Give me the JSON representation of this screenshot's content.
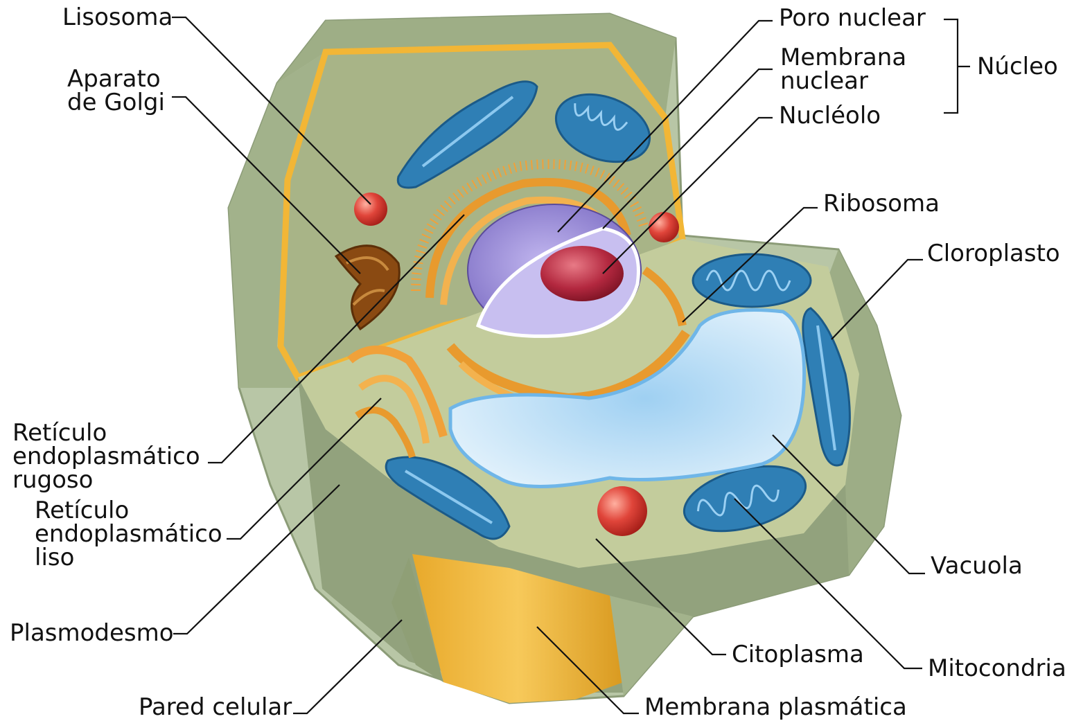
{
  "labels": {
    "lisosoma": "Lisosoma",
    "golgi": [
      "Aparato",
      "de Golgi"
    ],
    "rer": [
      "Retículo",
      "endoplasmático",
      "rugoso"
    ],
    "ser": [
      "Retículo",
      "endoplasmático",
      "liso"
    ],
    "plasmodesmo": "Plasmodesmo",
    "pared": "Pared celular",
    "membrana_plasmatica": "Membrana plasmática",
    "citoplasma": "Citoplasma",
    "mitocondria": "Mitocondria",
    "vacuola": "Vacuola",
    "cloroplasto": "Cloroplasto",
    "ribosoma": "Ribosoma",
    "nucleolo": "Nucléolo",
    "membrana_nuclear": [
      "Membrana",
      "nuclear"
    ],
    "poro_nuclear": "Poro nuclear",
    "nucleo": "Núcleo"
  },
  "colors": {
    "wall_outer": "#b5c4a2",
    "wall_face": "#8fa17a",
    "cytoplasm": "#a9b58a",
    "membrane_yellow": "#f2b636",
    "vacuole": "#cfe6f8",
    "vacuole_edge": "#6fb6e8",
    "chloroplast": "#2f7fb5",
    "nucleus": "#9f8fd8",
    "nucleolus": "#b3283f",
    "lysosome": "#e0453a",
    "er": "#f0a13a",
    "golgi": "#8a4a12"
  }
}
